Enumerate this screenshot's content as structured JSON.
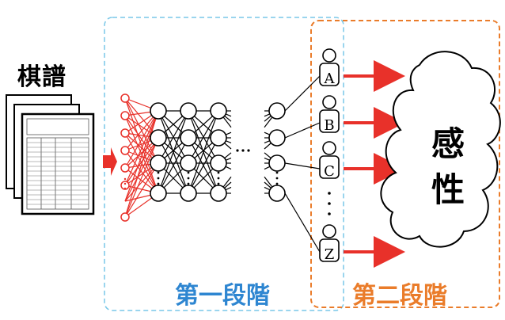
{
  "diagram": {
    "input_label": "棋譜",
    "stage_one_label": "第一段階",
    "stage_two_label": "第二段階",
    "sensibility_label_line1": "感",
    "sensibility_label_line2": "性",
    "output_nodes": [
      "A",
      "B",
      "C",
      "Z"
    ],
    "ellipsis_vertical": "・\n・\n・",
    "colors": {
      "stage_one_border": "#79c7e8",
      "stage_one_text": "#2e86d1",
      "stage_two_border": "#ea7c2a",
      "stage_two_text": "#ea7c2a",
      "input_layer": "#e8312a",
      "arrows": "#e8312a"
    }
  }
}
